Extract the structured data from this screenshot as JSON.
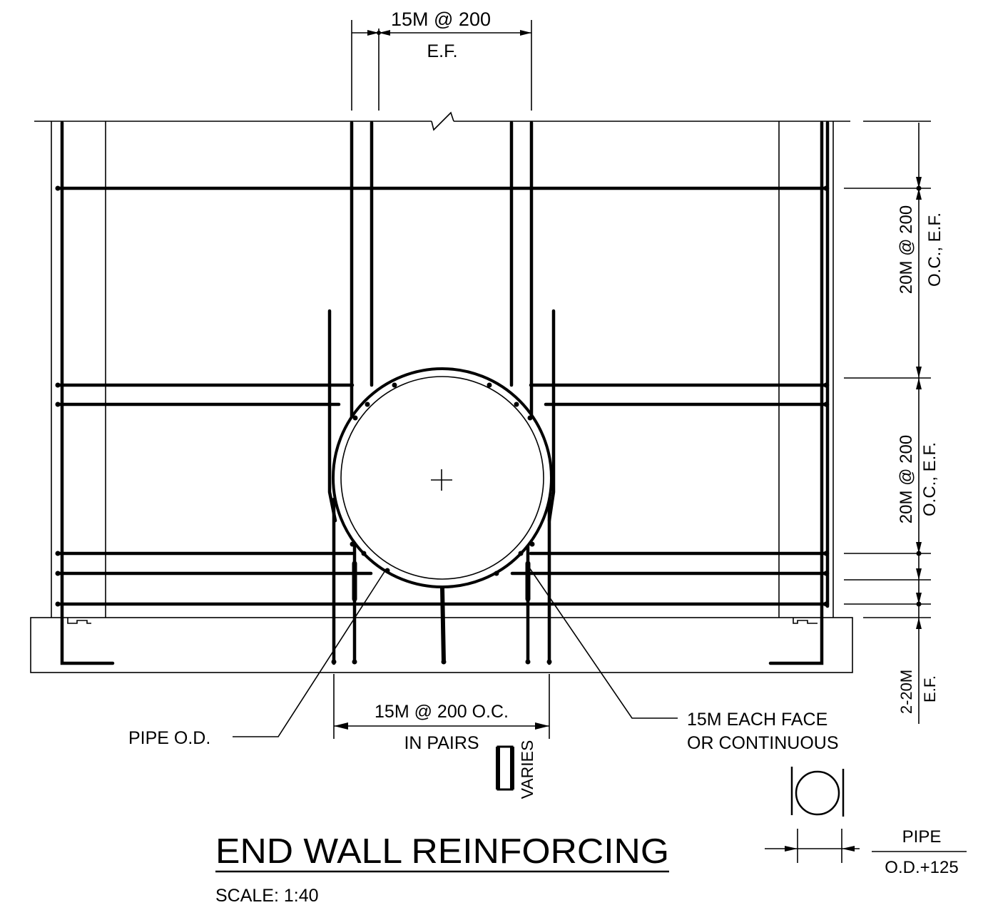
{
  "drawing": {
    "title": "END WALL REINFORCING",
    "scale": "SCALE: 1:40"
  },
  "labels": {
    "top_spacing": "15M @ 200",
    "top_face": "E.F.",
    "right_upper_spacing": "20M @ 200",
    "right_upper_face": "O.C., E.F.",
    "right_lower_spacing": "20M @ 200",
    "right_lower_face": "O.C., E.F.",
    "right_bottom_bars": "2-20M",
    "right_bottom_face": "E.F.",
    "bottom_spacing": "15M @ 200 O.C.",
    "bottom_pairs": "IN PAIRS",
    "pipe_od": "PIPE O.D.",
    "each_face_1": "15M EACH FACE",
    "each_face_2": "OR CONTINUOUS",
    "varies": "VARIES",
    "detail_pipe": "PIPE",
    "detail_od": "O.D.+125"
  }
}
